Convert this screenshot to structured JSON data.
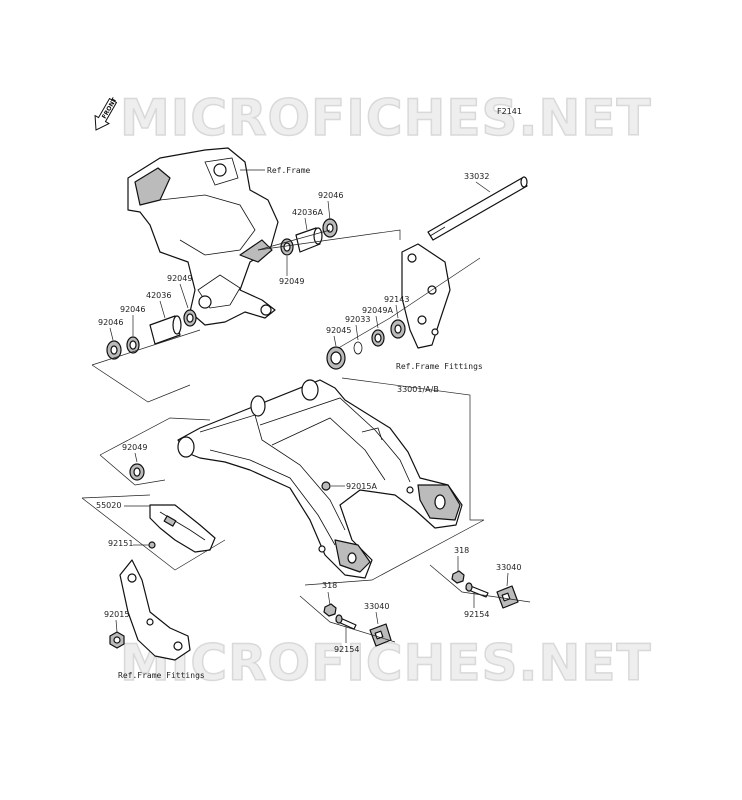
{
  "watermark": "MICROFICHES.NET",
  "figure_code": "F2141",
  "front_label": "FRONT",
  "ref": {
    "frame": "Ref.Frame",
    "frame_fittings_right": "Ref.Frame Fittings",
    "frame_fittings_left": "Ref.Frame Fittings"
  },
  "parts": {
    "p33032": "33032",
    "p92046_top": "92046",
    "p42036a": "42036A",
    "p92049_upper": "92049",
    "p92049_left": "92049",
    "p42036": "42036",
    "p92046_left2": "92046",
    "p92046_left1": "92046",
    "p92143": "92143",
    "p92049a": "92049A",
    "p92033": "92033",
    "p92045": "92045",
    "p33001": "33001/A/B",
    "p92049_mid": "92049",
    "p92015a": "92015A",
    "p55020": "55020",
    "p92151": "92151",
    "p318_right": "318",
    "p33040_right": "33040",
    "p92154_right": "92154",
    "p318_left": "318",
    "p33040_left": "33040",
    "p92154_left": "92154",
    "p92015": "92015"
  }
}
